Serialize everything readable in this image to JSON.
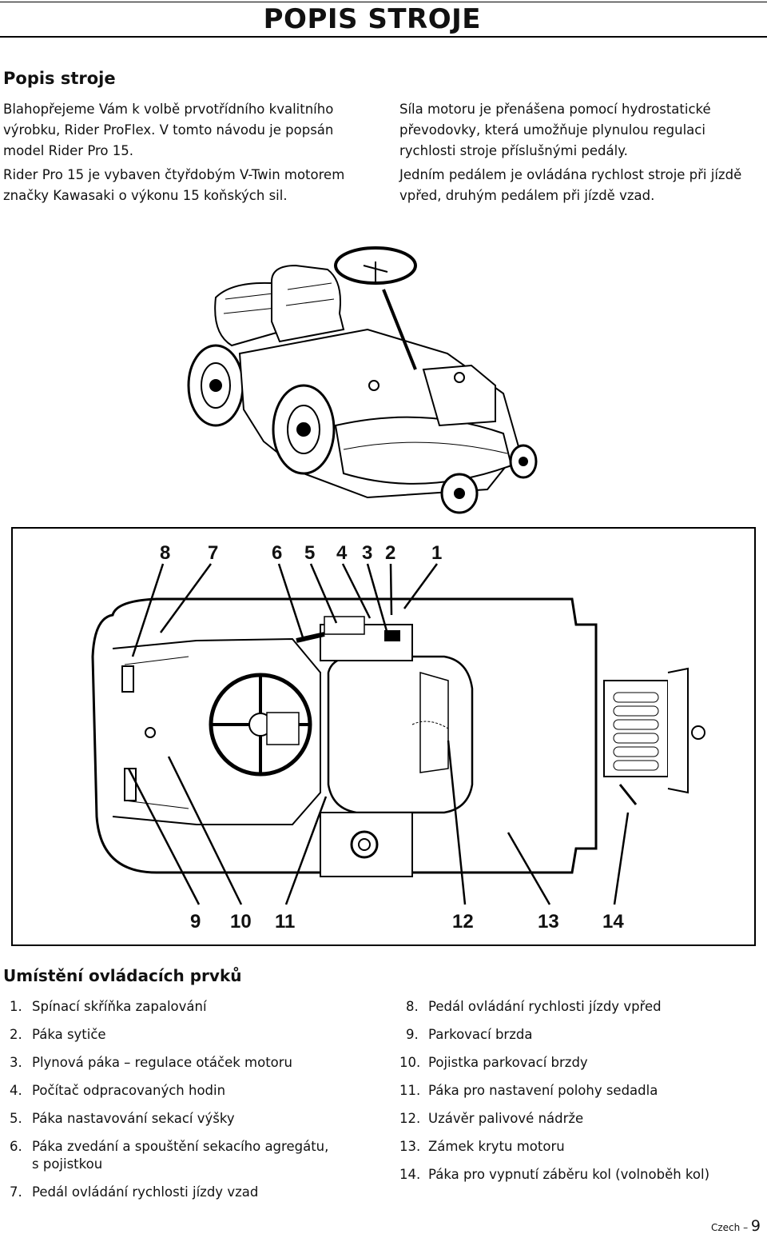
{
  "header": {
    "title": "POPIS STROJE"
  },
  "intro": {
    "heading": "Popis stroje",
    "p1": "Blahopřejeme Vám k volbě prvotřídního kvalitního výrobku, Rider ProFlex. V tomto návodu je popsán model Rider Pro 15.",
    "p2": "Rider Pro 15 je vybaven čtyřdobým V-Twin motorem značky Kawasaki o výkonu 15 koňských sil.",
    "p3": "Síla motoru je přenášena pomocí hydrostatické převodovky, která umožňuje plynulou regulaci rychlosti stroje příslušnými pedály.",
    "p4": "Jedním pedálem je ovládána rychlost stroje při jízdě vpřed, druhým pedálem při jízdě vzad."
  },
  "diagram": {
    "top_numbers": [
      "8",
      "7",
      "6",
      "5",
      "4",
      "3",
      "2",
      "1"
    ],
    "bottom_numbers": [
      "9",
      "10",
      "11",
      "12",
      "13",
      "14"
    ]
  },
  "controls": {
    "heading": "Umístění ovládacích prvků",
    "left": [
      {
        "n": "1.",
        "text": "Spínací skříňka zapalování"
      },
      {
        "n": "2.",
        "text": "Páka sytiče"
      },
      {
        "n": "3.",
        "text": "Plynová páka – regulace otáček motoru"
      },
      {
        "n": "4.",
        "text": "Počítač odpracovaných hodin"
      },
      {
        "n": "5.",
        "text": "Páka nastavování sekací výšky"
      },
      {
        "n": "6.",
        "text": "Páka zvedání a spouštění sekacího agregátu, s pojistkou"
      },
      {
        "n": "7.",
        "text": "Pedál ovládání rychlosti jízdy vzad"
      }
    ],
    "right": [
      {
        "n": "8.",
        "text": "Pedál ovládání rychlosti jízdy vpřed"
      },
      {
        "n": "9.",
        "text": "Parkovací brzda"
      },
      {
        "n": "10.",
        "text": "Pojistka parkovací brzdy"
      },
      {
        "n": "11.",
        "text": "Páka pro nastavení polohy sedadla"
      },
      {
        "n": "12.",
        "text": "Uzávěr palivové nádrže"
      },
      {
        "n": "13.",
        "text": "Zámek krytu motoru"
      },
      {
        "n": "14.",
        "text": "Páka pro vypnutí záběru kol (volnoběh kol)"
      }
    ]
  },
  "footer": {
    "language": "Czech –",
    "page": "9"
  }
}
